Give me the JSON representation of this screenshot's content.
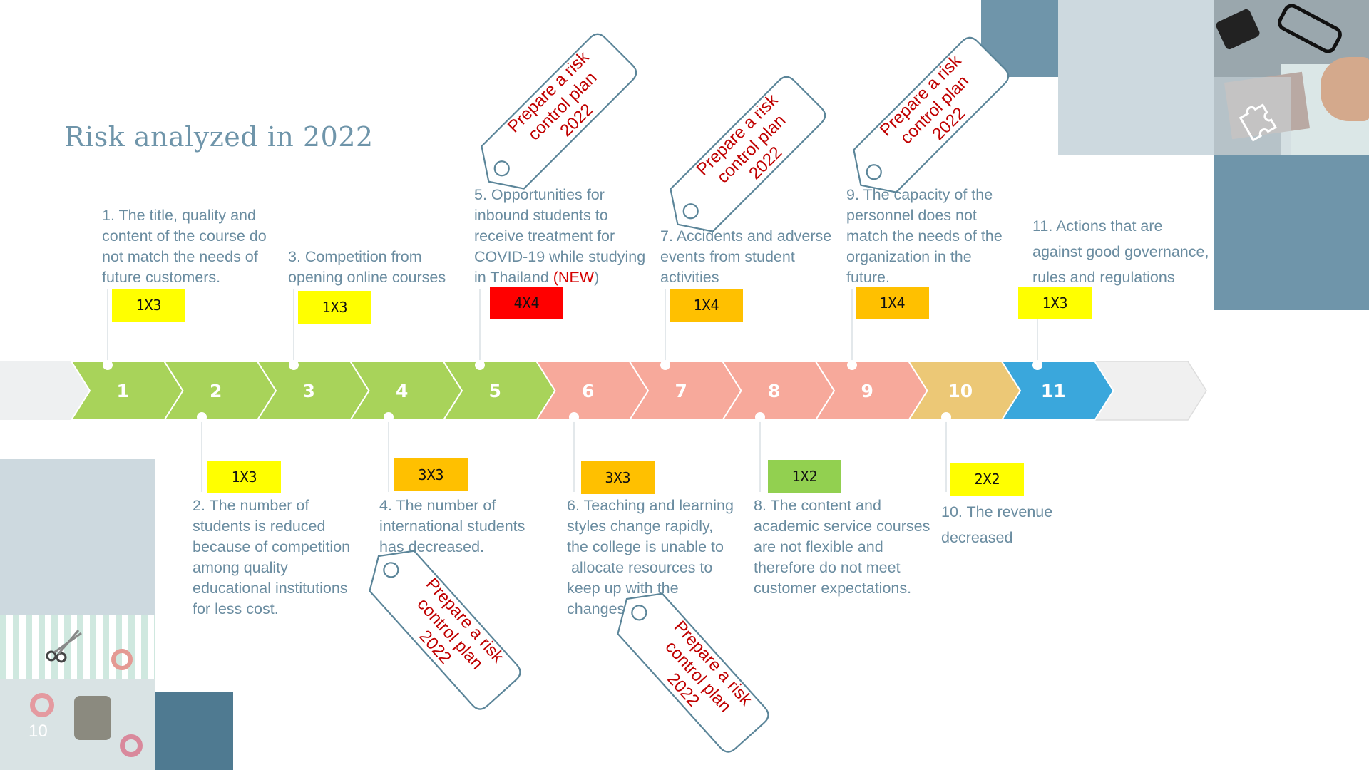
{
  "title": "Risk analyzed in 2022",
  "page_number": "10",
  "accent_colors": {
    "green": "#a8d35a",
    "salmon": "#f7a99b",
    "amber": "#ecc876",
    "blue": "#3aa7dc",
    "gray": "#eeeeee",
    "slate": "#6f95aa"
  },
  "timeline": {
    "segments": [
      {
        "number": "1",
        "color": "#a8d35a"
      },
      {
        "number": "2",
        "color": "#a8d35a"
      },
      {
        "number": "3",
        "color": "#a8d35a"
      },
      {
        "number": "4",
        "color": "#a8d35a"
      },
      {
        "number": "5",
        "color": "#a8d35a"
      },
      {
        "number": "6",
        "color": "#f7a99b"
      },
      {
        "number": "7",
        "color": "#f7a99b"
      },
      {
        "number": "8",
        "color": "#f7a99b"
      },
      {
        "number": "9",
        "color": "#f7a99b"
      },
      {
        "number": "10",
        "color": "#ecc876"
      },
      {
        "number": "11",
        "color": "#3aa7dc"
      }
    ]
  },
  "risks": [
    {
      "id": 1,
      "lines": [
        "1. The title, quality and",
        "content of the course do",
        "not match the needs of",
        "future customers."
      ],
      "score": "1X3",
      "score_color": "#ffff00"
    },
    {
      "id": 2,
      "lines": [
        "2. The number of",
        "students is reduced",
        "because of competition",
        "among quality",
        "educational institutions",
        "for less cost."
      ],
      "score": "1X3",
      "score_color": "#ffff00"
    },
    {
      "id": 3,
      "lines": [
        "3. Competition from",
        "opening online courses"
      ],
      "score": "1X3",
      "score_color": "#ffff00"
    },
    {
      "id": 4,
      "lines": [
        "4. The number of",
        "international students",
        "has decreased."
      ],
      "score": "3X3",
      "score_color": "#ffc000"
    },
    {
      "id": 5,
      "lines": [
        "5. Opportunities for",
        "inbound students to",
        "receive treatment for",
        "COVID-19 while studying",
        "in Thailand "
      ],
      "new_label": "(NEW",
      "new_suffix": ")",
      "score": "4X4",
      "score_color": "#ff0000"
    },
    {
      "id": 6,
      "lines": [
        "6. Teaching and learning",
        "styles change rapidly,",
        "the college is unable to",
        " allocate resources to",
        "keep up with the",
        "changes."
      ],
      "score": "3X3",
      "score_color": "#ffc000"
    },
    {
      "id": 7,
      "lines": [
        "7. Accidents and adverse",
        "events from student",
        "activities"
      ],
      "score": "1X4",
      "score_color": "#ffc000"
    },
    {
      "id": 8,
      "lines": [
        "8. The content and",
        "academic service courses",
        "are not flexible and",
        "therefore do not meet",
        "customer expectations."
      ],
      "score": "1X2",
      "score_color": "#92d050"
    },
    {
      "id": 9,
      "lines": [
        "9. The capacity of the",
        "personnel does not",
        "match the needs of the",
        "organization in the",
        "future."
      ],
      "score": "1X4",
      "score_color": "#ffc000"
    },
    {
      "id": 10,
      "lines": [
        "10. The revenue",
        "decreased"
      ],
      "score": "2X2",
      "score_color": "#ffff00"
    },
    {
      "id": 11,
      "lines": [
        "11. Actions that are",
        "against good governance,",
        "rules and regulations"
      ],
      "score": "1X3",
      "score_color": "#ffff00"
    }
  ],
  "tags": [
    {
      "lines": [
        "Prepare a risk",
        "control plan",
        "2022"
      ]
    },
    {
      "lines": [
        "Prepare a risk",
        "control plan",
        "2022"
      ]
    },
    {
      "lines": [
        "Prepare a risk",
        "control plan",
        "2022"
      ]
    },
    {
      "lines": [
        "Prepare a risk",
        "control plan",
        "2022"
      ]
    },
    {
      "lines": [
        "Prepare a risk",
        "control plan",
        "2022"
      ]
    }
  ]
}
